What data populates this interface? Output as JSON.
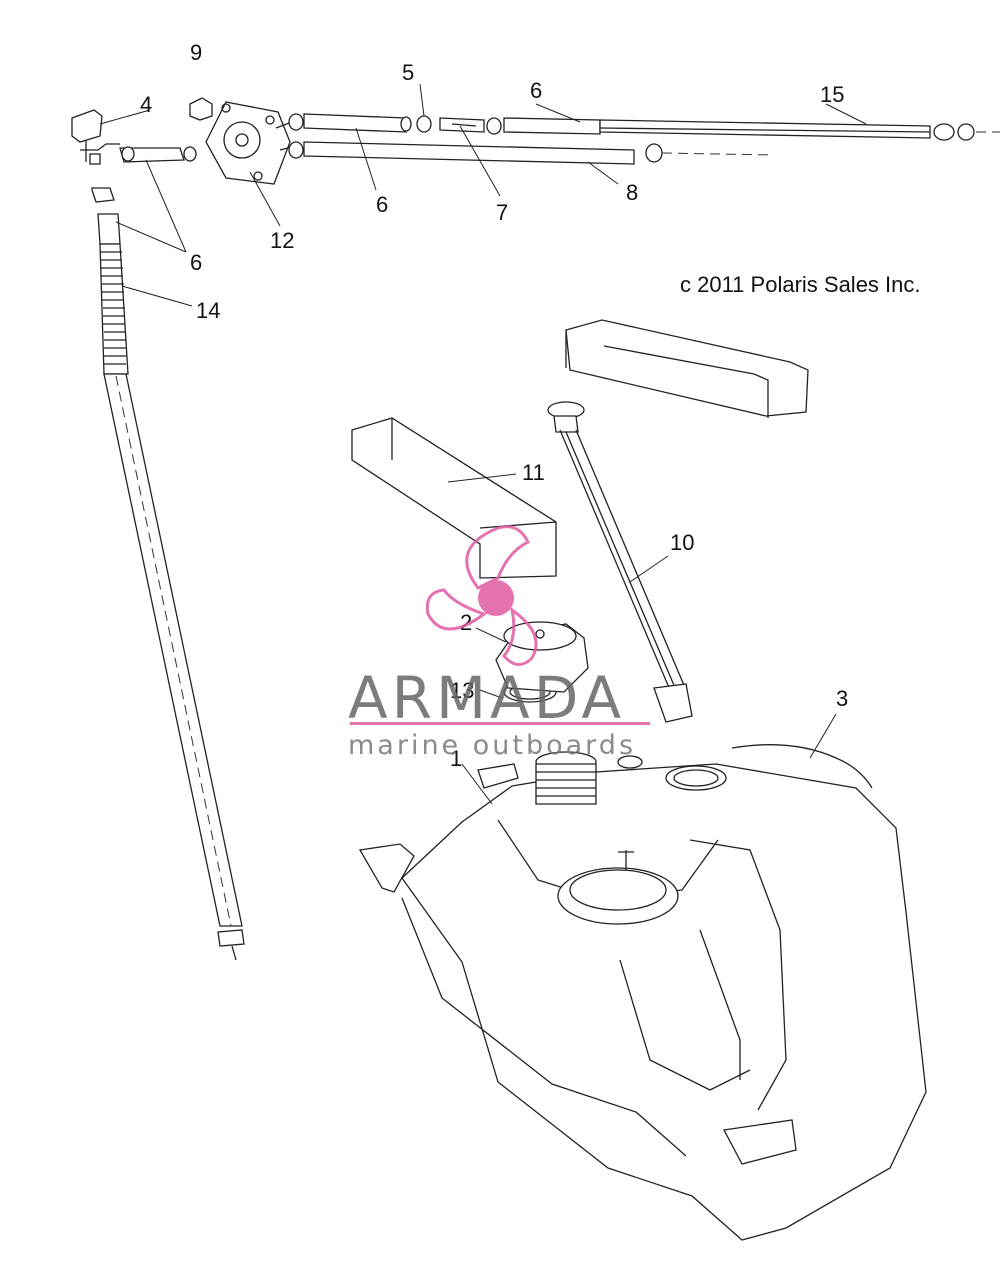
{
  "copyright": "c 2011 Polaris Sales Inc.",
  "watermark": {
    "brand": "ARMADA",
    "tagline": "marine outboards",
    "logo_color": "#e05aa0",
    "text_color": "#666666"
  },
  "callouts": [
    "1",
    "2",
    "3",
    "4",
    "5",
    "6",
    "6",
    "6",
    "7",
    "8",
    "9",
    "10",
    "11",
    "12",
    "13",
    "14",
    "15"
  ]
}
